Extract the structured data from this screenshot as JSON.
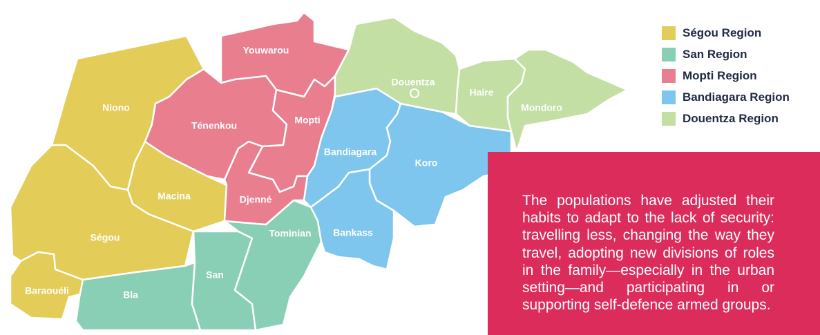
{
  "colors": {
    "segou": "#e3cd58",
    "san": "#88cfb6",
    "mopti": "#e97e8f",
    "bandiagara": "#7fc6ee",
    "douentza": "#c3dfa3",
    "callout": "#dc2c5c"
  },
  "legend": {
    "items": [
      {
        "label": "Ségou Region",
        "color": "#e3cd58"
      },
      {
        "label": "San Region",
        "color": "#88cfb6"
      },
      {
        "label": "Mopti Region",
        "color": "#e97e8f"
      },
      {
        "label": "Bandiagara Region",
        "color": "#7fc6ee"
      },
      {
        "label": "Douentza Region",
        "color": "#c3dfa3"
      }
    ]
  },
  "districts": {
    "niono": "Niono",
    "macina": "Macina",
    "segou": "Ségou",
    "baraoueli": "Baraouéli",
    "bla": "Bla",
    "san": "San",
    "tominian": "Tominian",
    "youwarou": "Youwarou",
    "tenenkou": "Ténenkou",
    "mopti": "Mopti",
    "djenne": "Djenné",
    "bandiagara": "Bandiagara",
    "koro": "Koro",
    "bankass": "Bankass",
    "douentza": "Douentza",
    "haire": "Haire",
    "mondoro": "Mondoro"
  },
  "callout": {
    "text": "The populations have adjusted their habits to adapt to the lack of security: travelling less, changing the way they travel, adopting new divisions of roles in the family—especially in the urban setting—and participating in or supporting self-defence armed groups."
  }
}
